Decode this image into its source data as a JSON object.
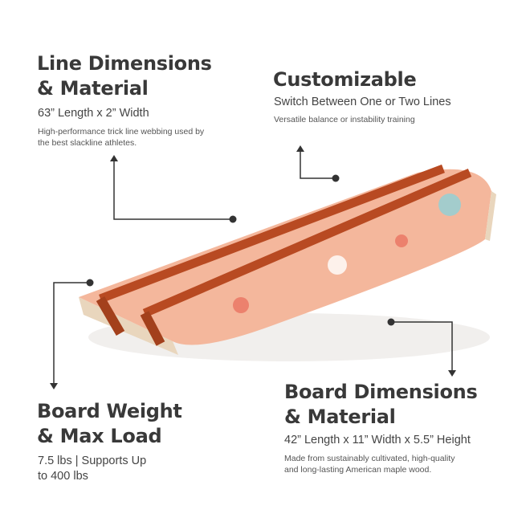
{
  "callouts": {
    "line": {
      "title_1": "Line Dimensions",
      "title_2": "& Material",
      "subtitle": "63” Length x 2” Width",
      "desc_1": "High-performance trick line webbing used by",
      "desc_2": "the best slackline athletes."
    },
    "custom": {
      "title": "Customizable",
      "subtitle": "Switch Between One or Two Lines",
      "desc": "Versatile balance or instability training"
    },
    "weight": {
      "title_1": "Board Weight",
      "title_2": "& Max Load",
      "subtitle_1": "7.5 lbs | Supports Up",
      "subtitle_2": "to 400 lbs"
    },
    "board": {
      "title_1": "Board Dimensions",
      "title_2": "& Material",
      "subtitle": "42” Length x 11” Width x 5.5” Height",
      "desc_1": "Made from sustainably cultivated, high-quality",
      "desc_2": "and long-lasting American maple wood."
    }
  },
  "colors": {
    "text": "#393939",
    "connector": "#333333",
    "deck": "#f4b79c",
    "strap": "#b84a22",
    "wood": "#e9d6bd"
  }
}
